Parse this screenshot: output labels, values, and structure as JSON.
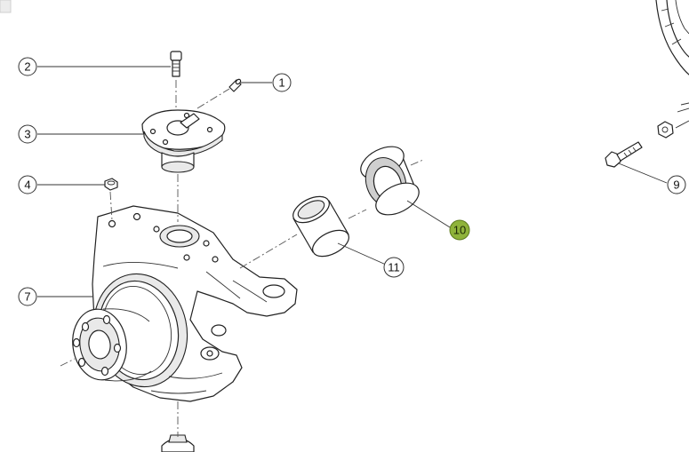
{
  "callouts": [
    {
      "id": "c1",
      "label": "1"
    },
    {
      "id": "c2",
      "label": "2"
    },
    {
      "id": "c3",
      "label": "3"
    },
    {
      "id": "c4",
      "label": "4"
    },
    {
      "id": "c7",
      "label": "7"
    },
    {
      "id": "c9",
      "label": "9"
    },
    {
      "id": "c10",
      "label": "10",
      "highlighted": true
    },
    {
      "id": "c11",
      "label": "11"
    }
  ],
  "highlight_color": "#8fb33a"
}
